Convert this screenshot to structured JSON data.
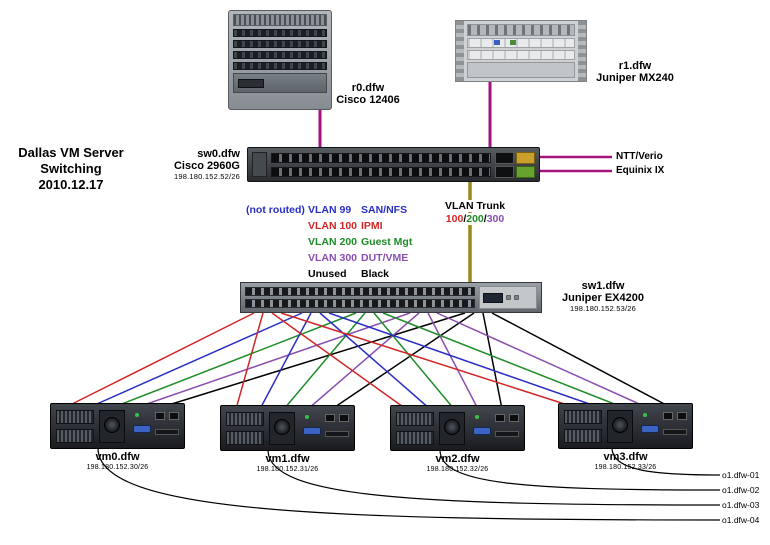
{
  "title": {
    "line1": "Dallas VM Server",
    "line2": "Switching",
    "line3": "2010.12.17"
  },
  "routers": {
    "r0": {
      "name": "r0.dfw",
      "model": "Cisco 12406"
    },
    "r1": {
      "name": "r1.dfw",
      "model": "Juniper MX240"
    }
  },
  "switches": {
    "sw0": {
      "name": "sw0.dfw",
      "model": "Cisco 2960G",
      "ip": "198.180.152.52/26"
    },
    "sw1": {
      "name": "sw1.dfw",
      "model": "Juniper EX4200",
      "ip": "198.180.152.53/26"
    }
  },
  "uplinks": {
    "ntt": "NTT/Verio",
    "equinix": "Equinix IX"
  },
  "legend": {
    "rows": [
      {
        "prefix": "(not routed)",
        "vlan": "VLAN 99",
        "use": "SAN/NFS"
      },
      {
        "prefix": "",
        "vlan": "VLAN 100",
        "use": "IPMI"
      },
      {
        "prefix": "",
        "vlan": "VLAN 200",
        "use": "Guest Mgt"
      },
      {
        "prefix": "",
        "vlan": "VLAN 300",
        "use": "DUT/VME"
      },
      {
        "prefix": "",
        "vlan": "Unused",
        "use": "Black"
      }
    ]
  },
  "trunk": {
    "label": "VLAN Trunk",
    "vlan100": "100",
    "vlan200": "200",
    "vlan300": "300",
    "sep": "/"
  },
  "servers": [
    {
      "name": "vm0.dfw",
      "ip": "198.180.152.30/26"
    },
    {
      "name": "vm1.dfw",
      "ip": "198.180.152.31/26"
    },
    {
      "name": "vm2.dfw",
      "ip": "198.180.152.32/26"
    },
    {
      "name": "vm3.dfw",
      "ip": "198.180.152.33/26"
    }
  ],
  "external_links": [
    "o1.dfw-01",
    "o1.dfw-02",
    "o1.dfw-03",
    "o1.dfw-04"
  ],
  "colors": {
    "vlan99_blue": "#2a2ec4",
    "vlan100_red": "#d02828",
    "vlan200_green": "#1e8c28",
    "vlan300_purple": "#8a4fb0",
    "unused_black": "#000000",
    "uplink_magenta": "#a5127d",
    "trunk_olive": "#9a8a1e"
  }
}
